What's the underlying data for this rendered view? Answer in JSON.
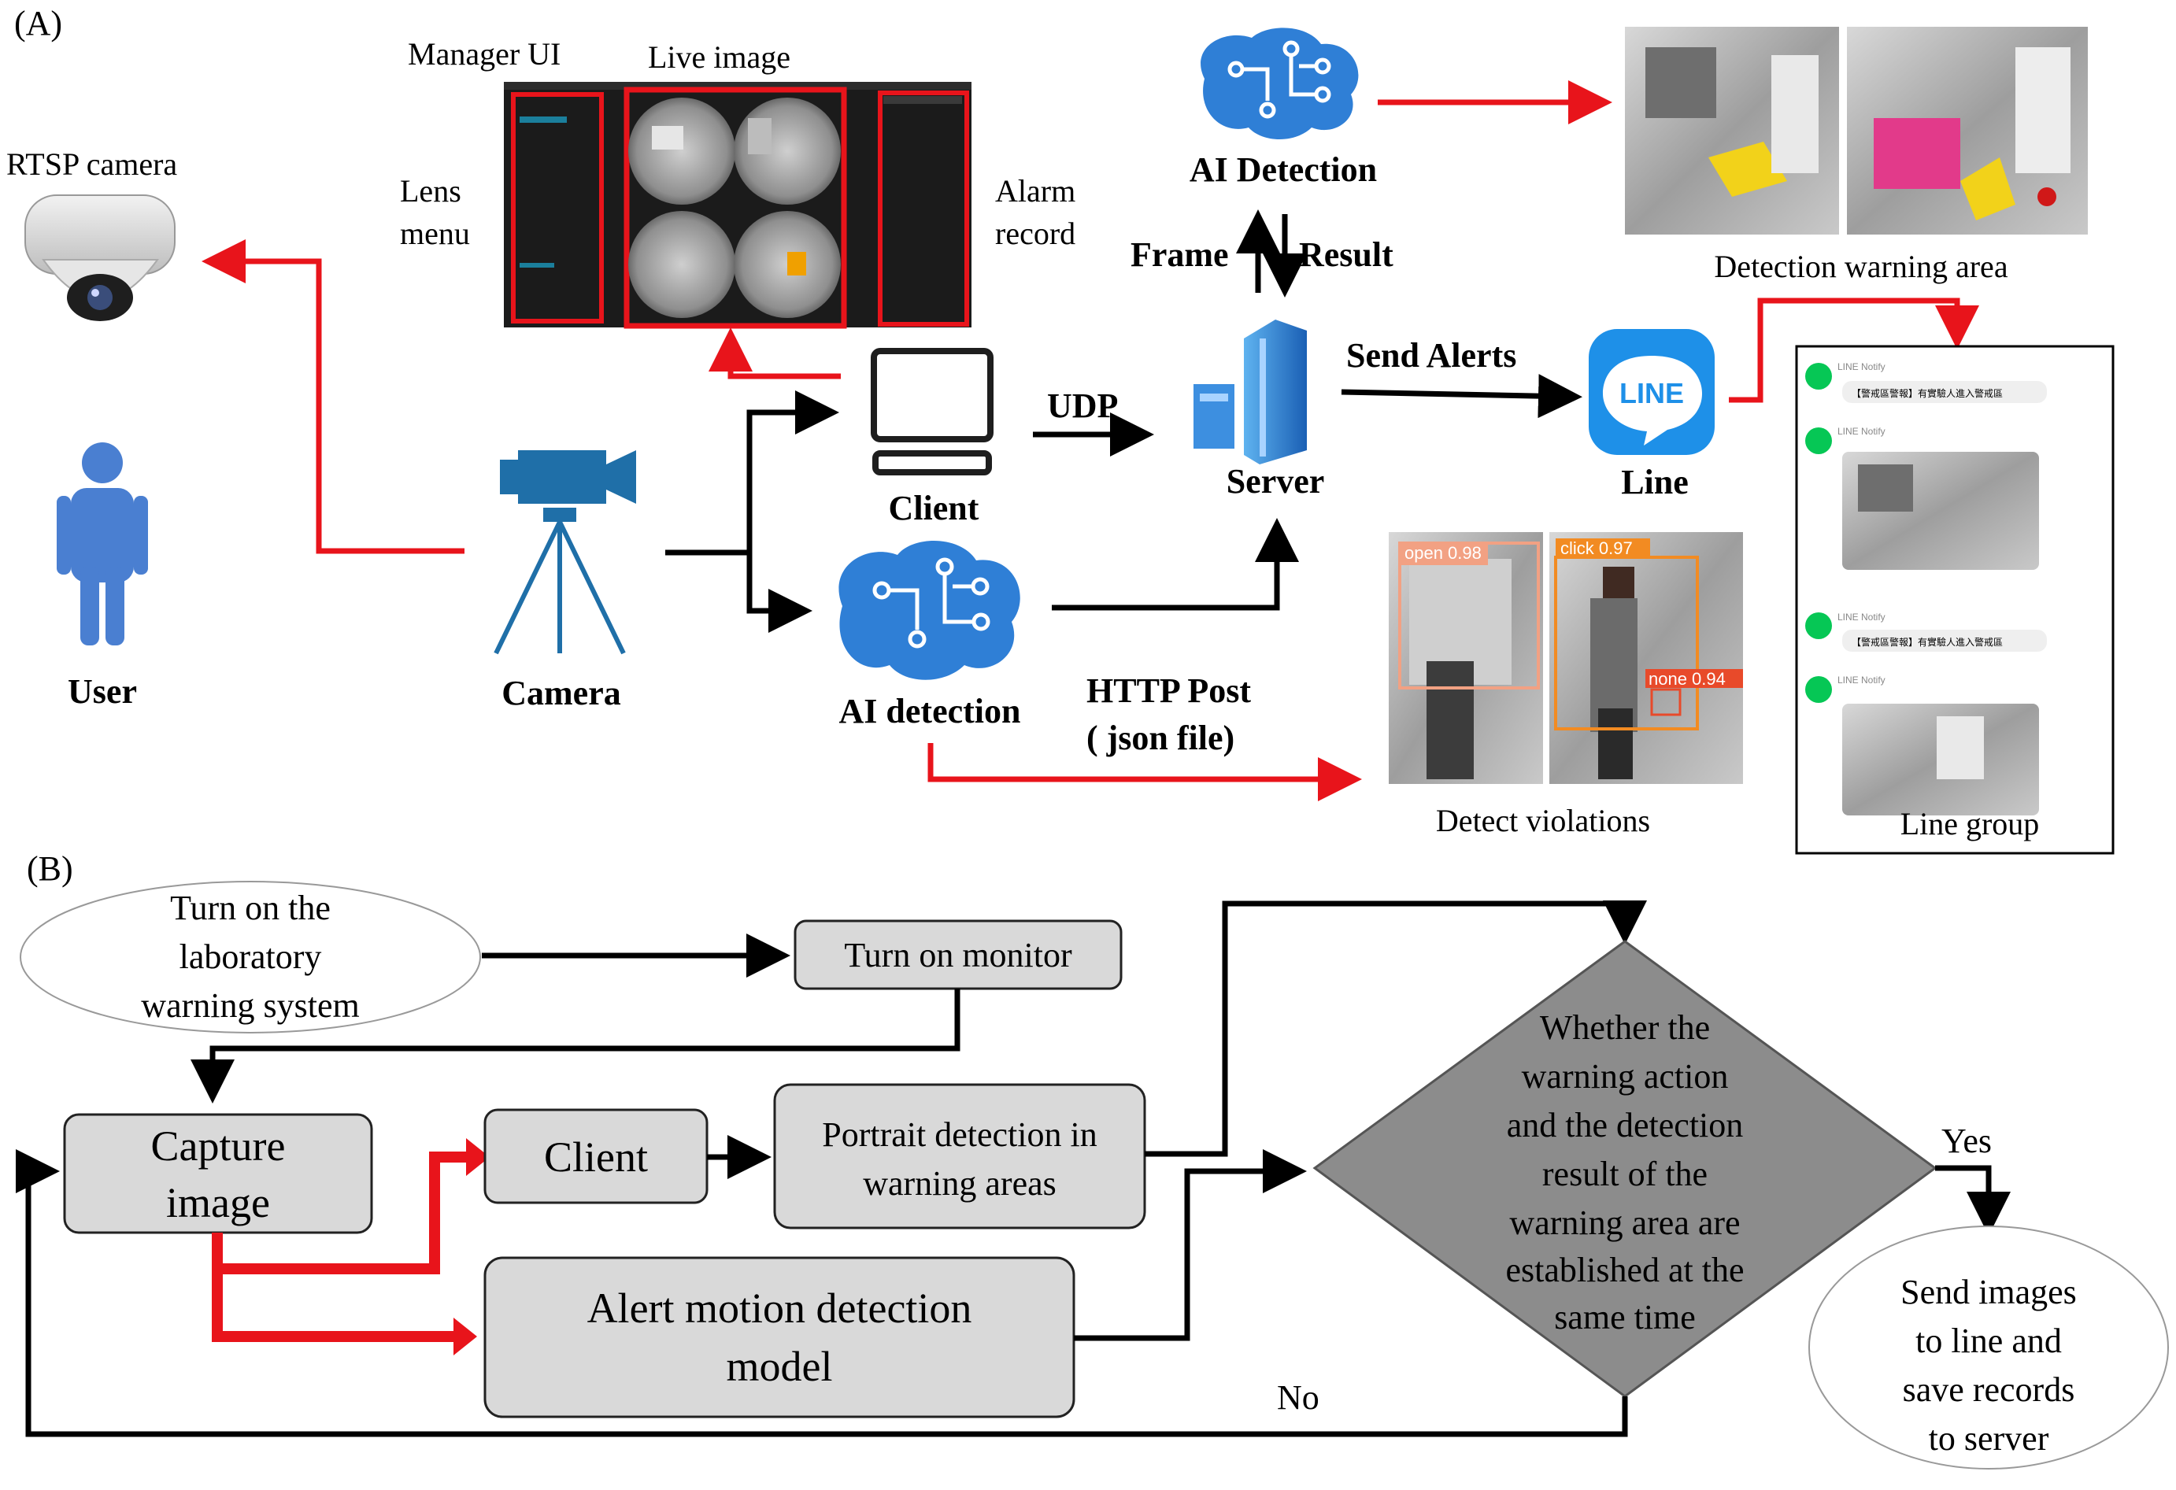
{
  "panel_a": {
    "label": "(A)",
    "rtsp_camera": "RTSP camera",
    "user": "User",
    "camera": "Camera",
    "manager_ui": "Manager UI",
    "live_image": "Live image",
    "lens_menu_1": "Lens",
    "lens_menu_2": "menu",
    "alarm_record_1": "Alarm",
    "alarm_record_2": "record",
    "client": "Client",
    "ai_detection_lower": "AI detection",
    "ai_detection_top": "AI Detection",
    "frame": "Frame",
    "result": "Result",
    "udp": "UDP",
    "server": "Server",
    "send_alerts": "Send Alerts",
    "line": "Line",
    "line_logo": "LINE",
    "http_post_1": "HTTP Post",
    "http_post_2": "( json file)",
    "detection_warning_area": "Detection warning area",
    "detect_violations": "Detect violations",
    "line_group": "Line group",
    "line_notify": "LINE Notify",
    "line_message": "【警戒區警報】有實驗人進入警戒區",
    "det_open": "open  0.98",
    "det_click": "click  0.97",
    "det_none": "none  0.94"
  },
  "panel_b": {
    "label": "(B)",
    "start_1": "Turn on the",
    "start_2": "laboratory",
    "start_3": "warning system",
    "turn_on_monitor": "Turn on monitor",
    "capture_1": "Capture",
    "capture_2": "image",
    "client": "Client",
    "portrait_1": "Portrait detection in",
    "portrait_2": "warning areas",
    "alert_1": "Alert motion detection",
    "alert_2": "model",
    "decision_1": "Whether the",
    "decision_2": "warning action",
    "decision_3": "and the detection",
    "decision_4": "result of the",
    "decision_5": "warning area are",
    "decision_6": "established at the",
    "decision_7": "same time",
    "yes": "Yes",
    "no": "No",
    "end_1": "Send images",
    "end_2": "to line and",
    "end_3": "save records",
    "end_4": "to server"
  },
  "colors": {
    "red_arrow": "#e8141b",
    "black_arrow": "#000000",
    "icon_blue": "#2f7fd6",
    "line_green": "#06c755",
    "box_gray": "#d9d9d9",
    "diamond_gray": "#8c8c8c"
  },
  "icons": [
    "dome-camera-icon",
    "user-icon",
    "tripod-camera-icon",
    "computer-icon",
    "ai-brain-icon",
    "server-icon",
    "line-logo-icon",
    "bell-icon"
  ]
}
